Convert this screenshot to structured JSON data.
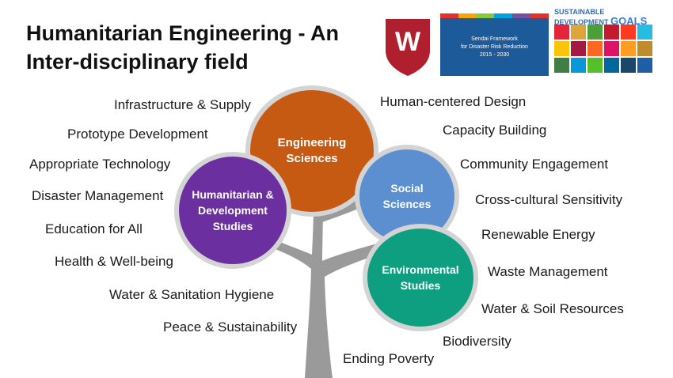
{
  "title": "Humanitarian Engineering - An Inter-disciplinary field",
  "logos": {
    "shield_letter": "W",
    "sendai_text": [
      "Sendai Framework",
      "for Disaster Risk Reduction",
      "2015 - 2030"
    ],
    "sdg_header": [
      "SUSTAINABLE",
      "DEVELOPMENT"
    ],
    "sdg_goals": "GOALS",
    "sdg_colors": [
      "#e5243b",
      "#dda63a",
      "#4c9f38",
      "#c5192d",
      "#ff3a21",
      "#26bde2",
      "#fcc30b",
      "#a21942",
      "#fd6925",
      "#dd1367",
      "#fd9d24",
      "#bf8b2e",
      "#3f7e44",
      "#0a97d9",
      "#56c02b",
      "#00689d",
      "#19486a",
      "#1f5fa8"
    ]
  },
  "circles": {
    "engineering": {
      "lines": [
        "Engineering",
        "Sciences"
      ],
      "color": "#c75a12"
    },
    "humanitarian": {
      "lines": [
        "Humanitarian &",
        "Development",
        "Studies"
      ],
      "color": "#6b2fa0"
    },
    "social": {
      "lines": [
        "Social",
        "Sciences"
      ],
      "color": "#5b8fcf"
    },
    "environmental": {
      "lines": [
        "Environmental",
        "Studies"
      ],
      "color": "#0e9e80"
    }
  },
  "left_terms": [
    "Infrastructure & Supply",
    "Prototype Development",
    "Appropriate Technology",
    "Disaster Management",
    "Education for All",
    "Health & Well-being",
    "Water & Sanitation Hygiene",
    "Peace & Sustainability"
  ],
  "right_terms": [
    "Human-centered Design",
    "Capacity Building",
    "Community Engagement",
    "Cross-cultural Sensitivity",
    "Renewable Energy",
    "Waste Management",
    "Water & Soil Resources",
    "Biodiversity",
    "Ending Poverty"
  ]
}
